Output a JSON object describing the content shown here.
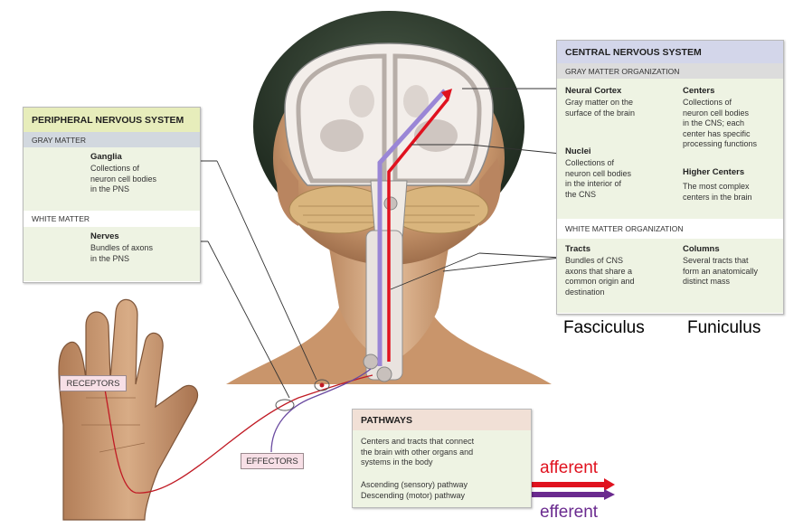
{
  "pns": {
    "title": "PERIPHERAL NERVOUS SYSTEM",
    "gray_label": "GRAY MATTER",
    "ganglia_title": "Ganglia",
    "ganglia_lines": [
      "Collections of",
      "neuron cell bodies",
      "in the PNS"
    ],
    "white_label": "WHITE MATTER",
    "nerves_title": "Nerves",
    "nerves_lines": [
      "Bundles of axons",
      "in the PNS"
    ]
  },
  "cns": {
    "title": "CENTRAL NERVOUS SYSTEM",
    "gray_label": "GRAY MATTER ORGANIZATION",
    "cortex_title": "Neural Cortex",
    "cortex_lines": [
      "Gray matter on the",
      "surface of the brain"
    ],
    "centers_title": "Centers",
    "centers_lines": [
      "Collections of",
      "neuron cell bodies",
      "in the CNS; each",
      "center has specific",
      "processing functions"
    ],
    "nuclei_title": "Nuclei",
    "nuclei_lines": [
      "Collections of",
      "neuron cell bodies",
      "in the interior of",
      "the CNS"
    ],
    "higher_title": "Higher Centers",
    "higher_lines": [
      "The most complex",
      "centers in the brain"
    ],
    "white_label": "WHITE MATTER ORGANIZATION",
    "tracts_title": "Tracts",
    "tracts_lines": [
      "Bundles of CNS",
      "axons that share a",
      "common origin and",
      "destination"
    ],
    "columns_title": "Columns",
    "columns_lines": [
      "Several tracts that",
      "form an anatomically",
      "distinct mass"
    ]
  },
  "pathways": {
    "title": "PATHWAYS",
    "desc_lines": [
      "Centers and tracts that connect",
      "the brain with other organs and",
      "systems in the body"
    ],
    "ascending": "Ascending (sensory) pathway",
    "descending": "Descending (motor) pathway"
  },
  "labels": {
    "receptors": "RECEPTORS",
    "effectors": "EFFECTORS",
    "fasciculus": "Fasciculus",
    "funiculus": "Funiculus",
    "afferent": "afferent",
    "efferent": "efferent"
  },
  "colors": {
    "panel_head": "#e7edbb",
    "panel_sub": "#d2d8df",
    "panel_body": "#eef3e3",
    "cns_head": "#d3d6ea",
    "cns_sub": "#dcdcdc",
    "pathways_head": "#f1e0d6",
    "afferent_red": "#e0121f",
    "efferent_purple": "#6a2a8f",
    "skin": "#d9a87c",
    "hair": "#2c3a2c"
  }
}
